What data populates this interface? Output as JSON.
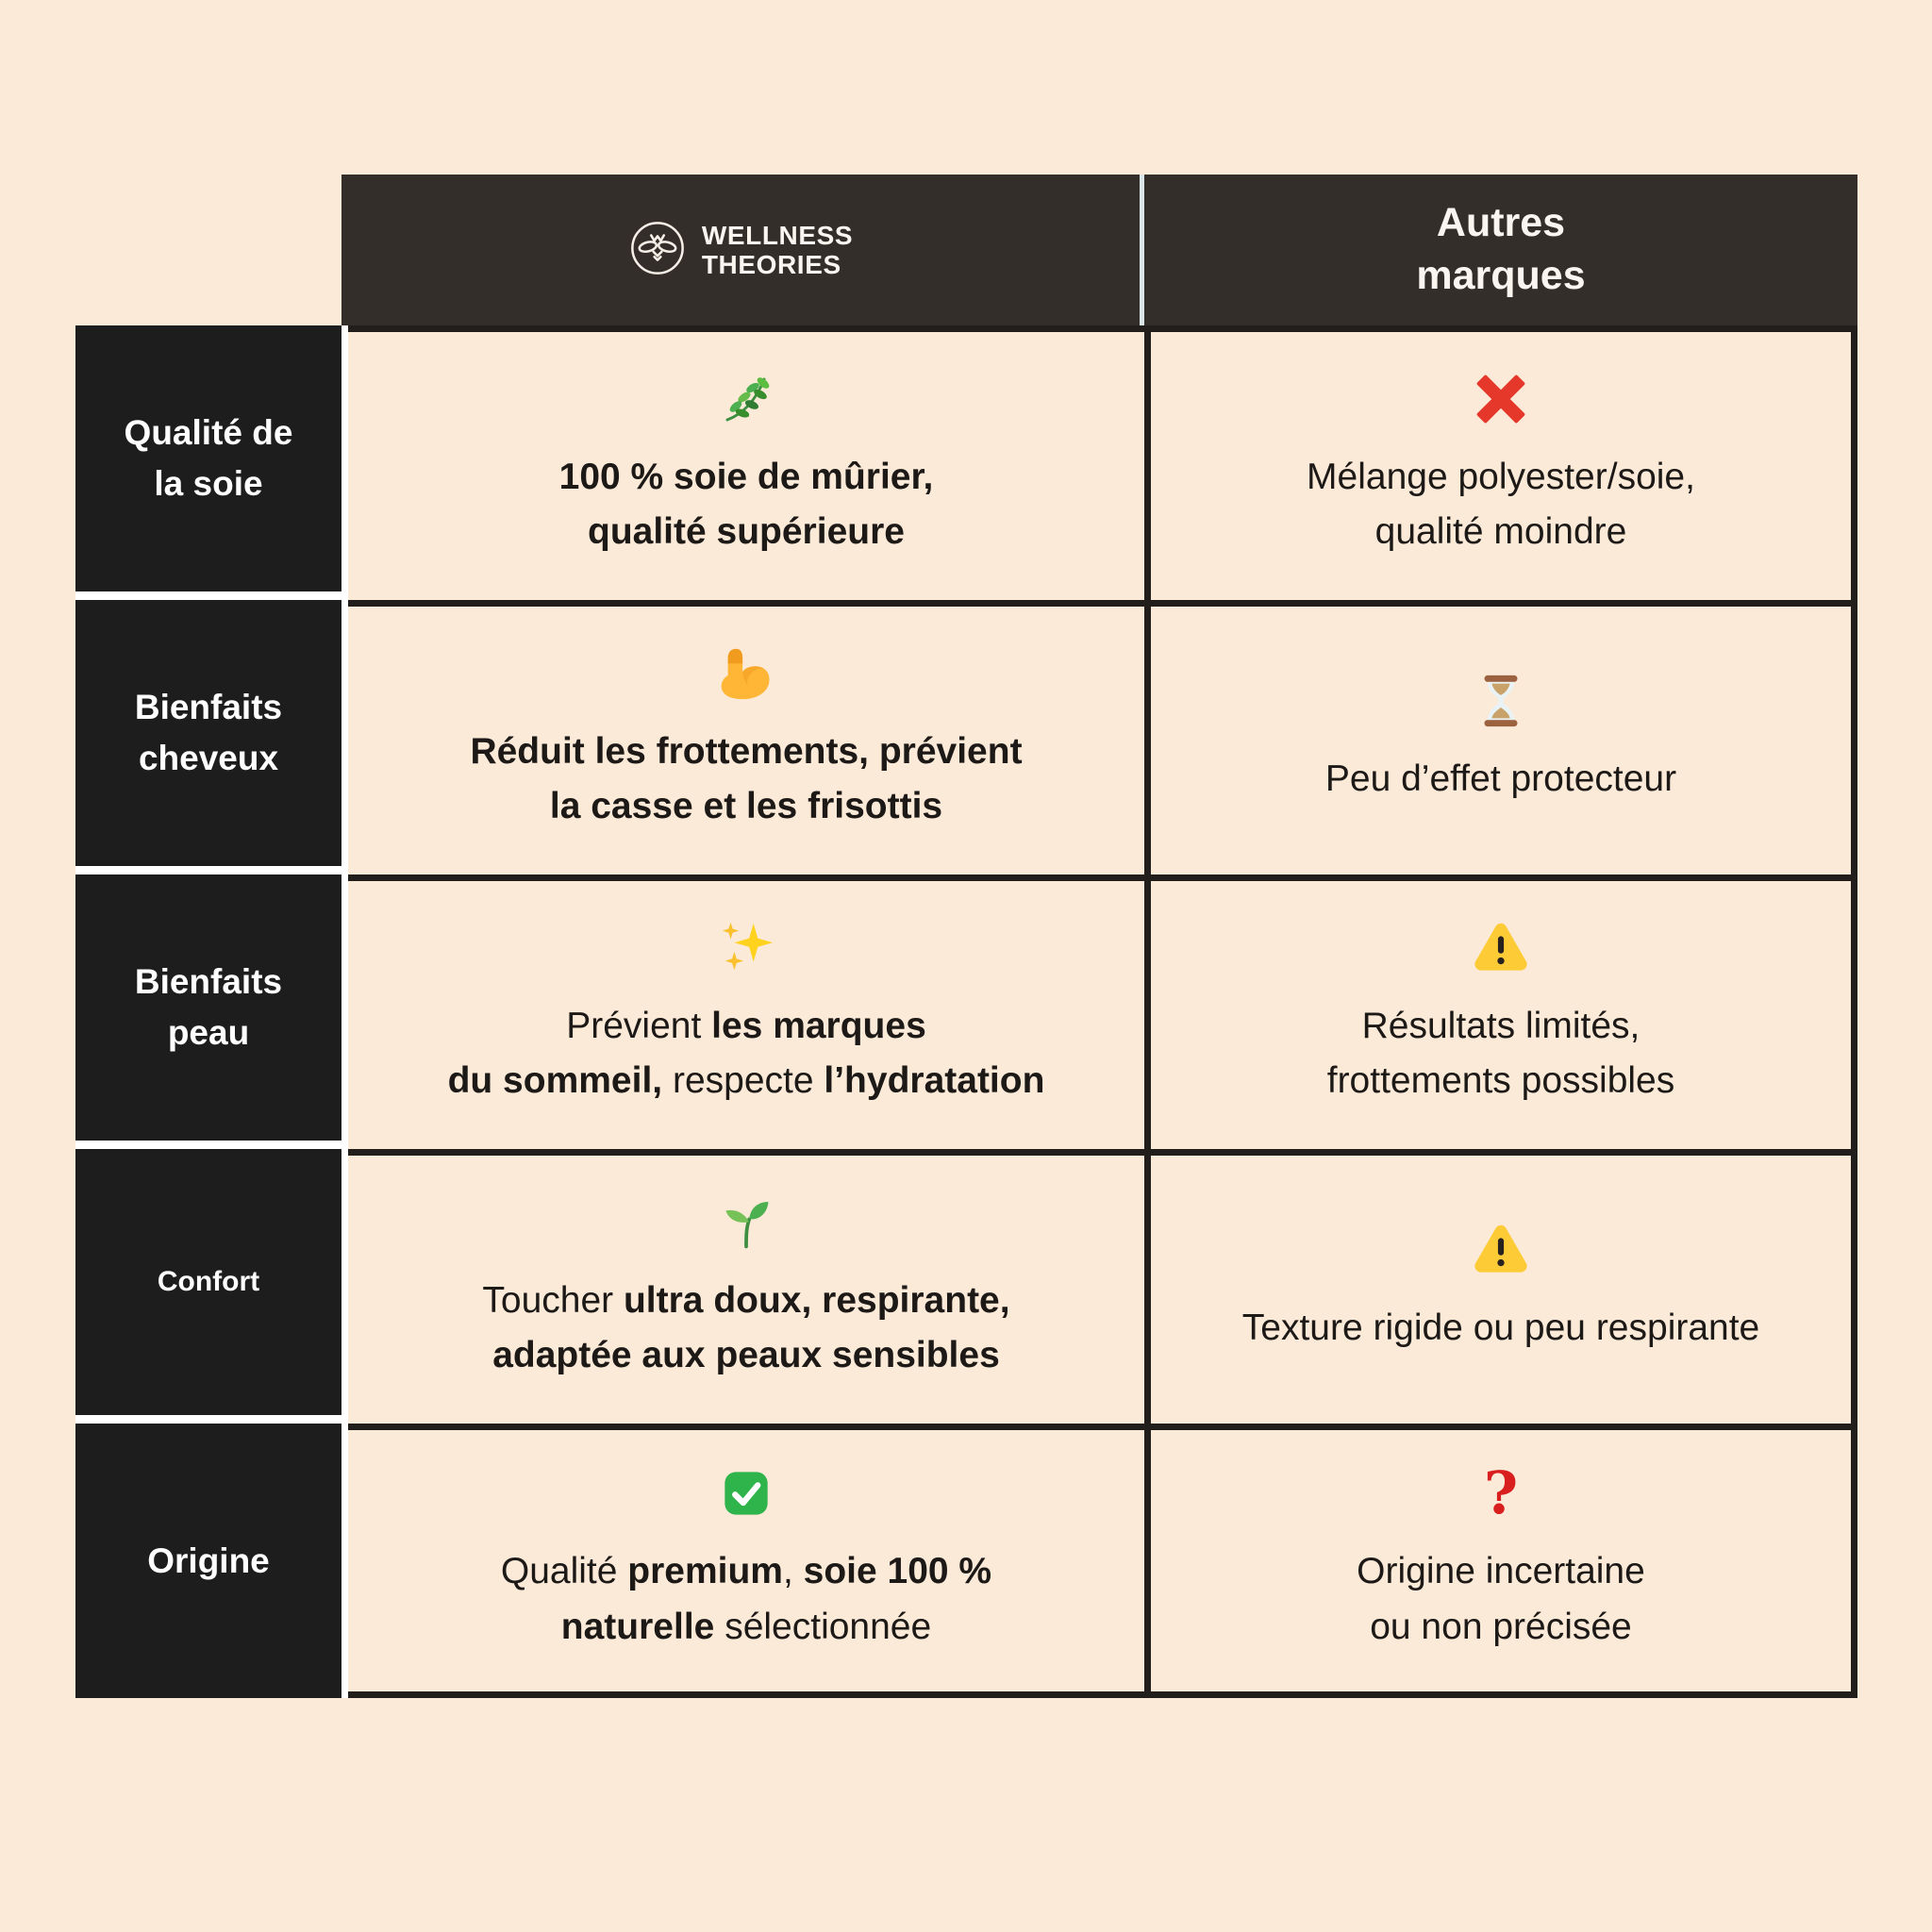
{
  "colors": {
    "background": "#FCEAD9",
    "header_bg": "#332E2A",
    "label_bg": "#1E1D1D",
    "grid_line": "#211E1C",
    "header_divider": "#D9E5E6",
    "text": "#1C1917",
    "text_on_dark": "#FAF5EE",
    "cross_red": "#E5382B",
    "warning_yellow": "#FDCB35",
    "check_green": "#2FB34B",
    "question_red": "#D91E1E"
  },
  "table": {
    "header": {
      "brand": {
        "logo_icon": "bee-logo-icon",
        "line1": "WELLNESS",
        "line2": "THEORIES"
      },
      "competitor": {
        "label": "Autres\nmarques"
      }
    },
    "rows": [
      {
        "label": "Qualité de\nla soie",
        "brand": {
          "icon": "herb-icon",
          "segments": [
            {
              "text": "100 % soie de mûrier,\nqualité supérieure",
              "bold": true
            }
          ]
        },
        "competitor": {
          "icon": "cross-mark-icon",
          "segments": [
            {
              "text": "Mélange polyester/soie,\nqualité moindre",
              "bold": false
            }
          ]
        }
      },
      {
        "label": "Bienfaits\ncheveux",
        "brand": {
          "icon": "flexed-biceps-icon",
          "segments": [
            {
              "text": "Réduit les frottements, prévient\nla casse et les frisottis",
              "bold": true
            }
          ]
        },
        "competitor": {
          "icon": "hourglass-icon",
          "segments": [
            {
              "text": "Peu d’effet protecteur",
              "bold": false
            }
          ]
        }
      },
      {
        "label": "Bienfaits\npeau",
        "brand": {
          "icon": "sparkles-icon",
          "segments": [
            {
              "text": "Prévient ",
              "bold": false
            },
            {
              "text": "les marques\ndu sommeil,",
              "bold": true
            },
            {
              "text": " respecte ",
              "bold": false
            },
            {
              "text": "l’hydratation",
              "bold": true
            }
          ]
        },
        "competitor": {
          "icon": "warning-icon",
          "segments": [
            {
              "text": "Résultats limités,\nfrottements possibles",
              "bold": false
            }
          ]
        }
      },
      {
        "label": "Confort",
        "brand": {
          "icon": "seedling-icon",
          "segments": [
            {
              "text": "Toucher ",
              "bold": false
            },
            {
              "text": "ultra doux, respirante,\nadaptée aux peaux sensibles",
              "bold": true
            }
          ]
        },
        "competitor": {
          "icon": "warning-icon",
          "segments": [
            {
              "text": "Texture rigide ou peu respirante",
              "bold": false
            }
          ]
        }
      },
      {
        "label": "Origine",
        "brand": {
          "icon": "check-mark-icon",
          "segments": [
            {
              "text": "Qualité ",
              "bold": false
            },
            {
              "text": "premium",
              "bold": true
            },
            {
              "text": ", ",
              "bold": false
            },
            {
              "text": "soie 100 %\nnaturelle",
              "bold": true
            },
            {
              "text": " sélectionnée",
              "bold": false
            }
          ]
        },
        "competitor": {
          "icon": "red-question-icon",
          "segments": [
            {
              "text": "Origine incertaine\nou non précisée",
              "bold": false
            }
          ]
        }
      }
    ]
  }
}
